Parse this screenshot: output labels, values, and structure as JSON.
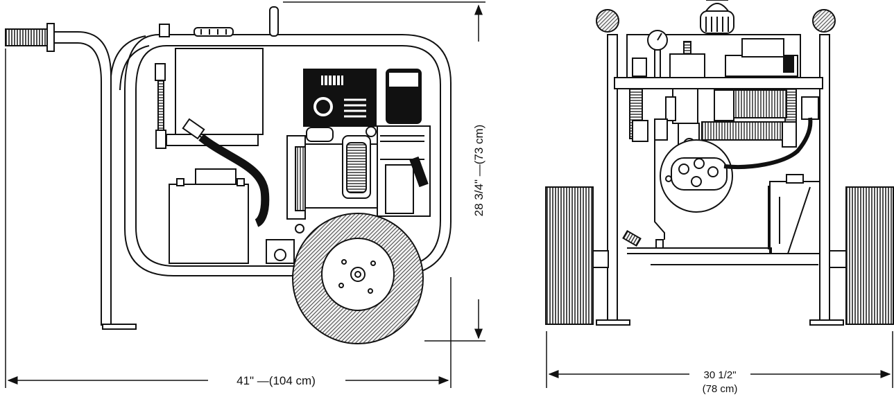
{
  "side_view": {
    "width_label": "41\" —(104 cm)",
    "height_label": "28 3/4\" —(73 cm)"
  },
  "rear_view": {
    "width_label_in": "30 1/2\"",
    "width_label_cm": "(78 cm)"
  },
  "colors": {
    "line": "#111111",
    "fill": "#ffffff",
    "tire_hatch": "#555555"
  }
}
